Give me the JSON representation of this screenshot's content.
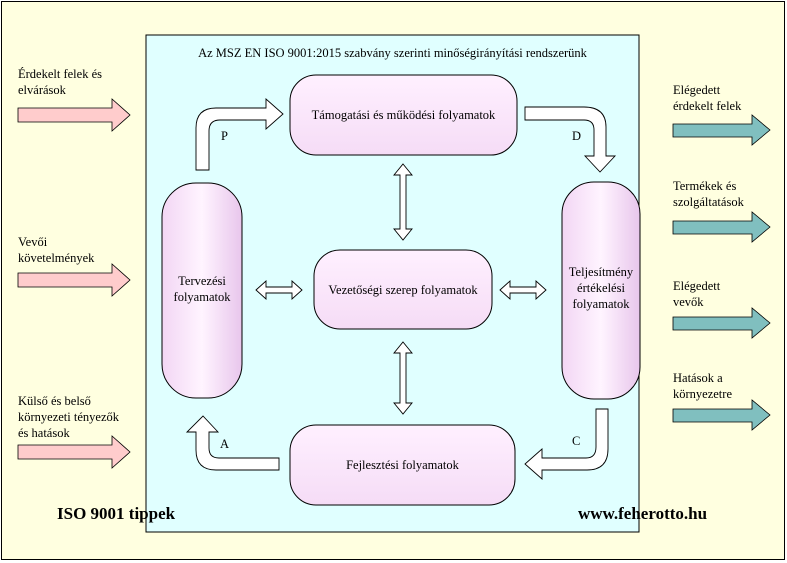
{
  "diagram": {
    "title": "Az MSZ EN ISO 9001:2015 szabvány szerinti minőségirányítási rendszerünk",
    "inputs": [
      {
        "label": "Érdekelt felek és\nelvárások"
      },
      {
        "label": "Vevői\nkövetelmények"
      },
      {
        "label": "Külső és belső\nkörnyezeti tényezők\nés hatások"
      }
    ],
    "outputs": [
      {
        "label": "Elégedett\nérdekelt felek"
      },
      {
        "label": "Termékek és\nszolgáltatások"
      },
      {
        "label": "Elégedett\nvevők"
      },
      {
        "label": "Hatások a\nkörnyezetre"
      }
    ],
    "processes": {
      "support": "Támogatási és működési folyamatok",
      "planning": "Tervezési\nfolyamatok",
      "leadership": "Vezetőségi szerep folyamatok",
      "performance": "Teljesítmény\nértékelési\nfolyamatok",
      "improvement": "Fejlesztési folyamatok"
    },
    "cycle_letters": {
      "p": "P",
      "d": "D",
      "c": "C",
      "a": "A"
    },
    "footer_left": "ISO 9001 tippek",
    "footer_right": "www.feherotto.hu"
  },
  "colors": {
    "page_bg": "#FFFFE0",
    "panel_bg": "#E0FFFF",
    "box_fill": "#FFE8FF",
    "input_arrow": "#FFCCCC",
    "output_arrow": "#80BFBF",
    "cycle_arrow": "#FFFFFF"
  }
}
